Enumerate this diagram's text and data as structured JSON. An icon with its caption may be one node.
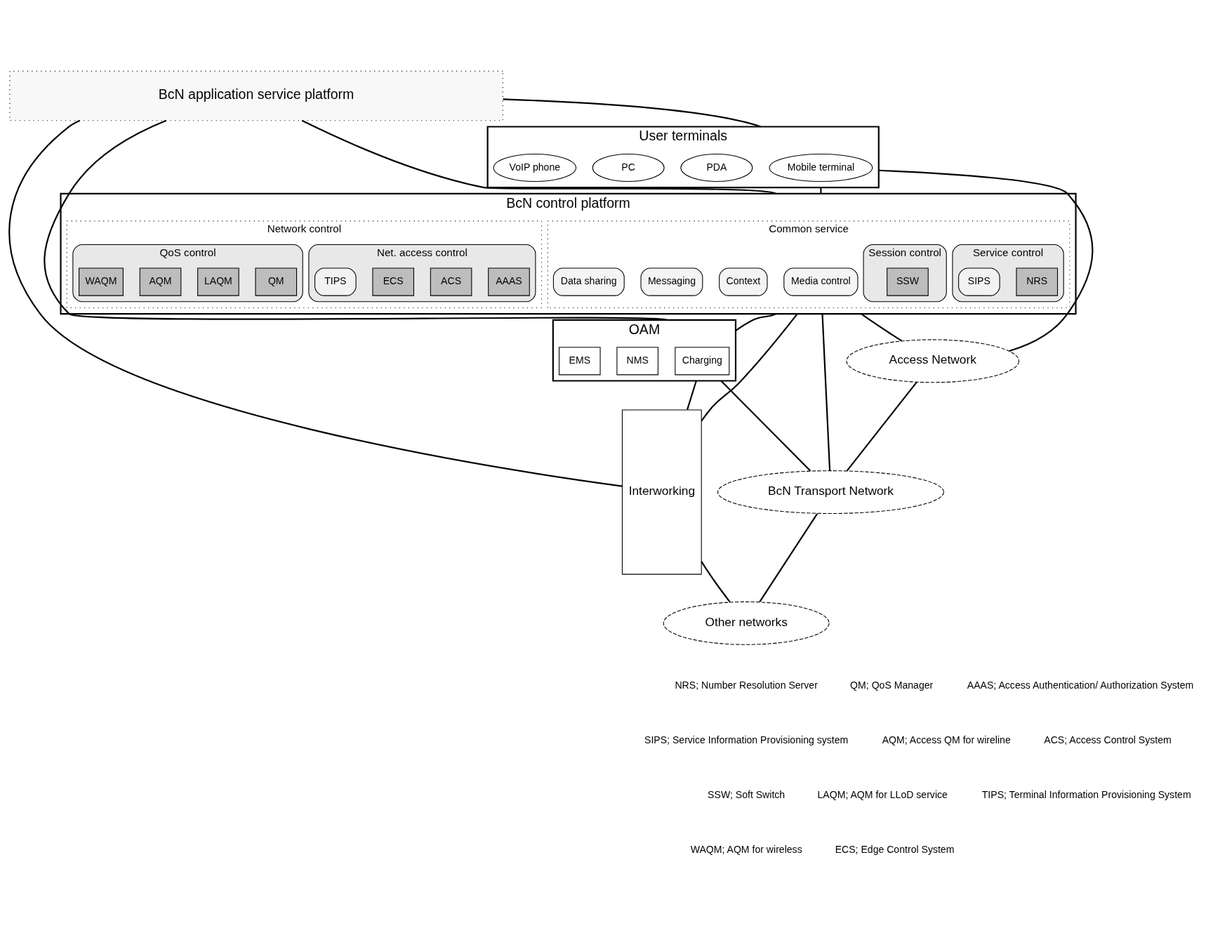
{
  "diagram": {
    "nodes": [
      {
        "text": [
          "BcN application service platform"
        ]
      },
      {
        "text": [
          "User terminals"
        ]
      },
      {
        "text": [
          "Mobile terminal"
        ],
        "in": 1
      },
      {
        "text": [
          "PDA"
        ],
        "in": 1
      },
      {
        "text": [
          "PC"
        ],
        "in": 1
      },
      {
        "text": [
          "VoIP phone"
        ],
        "in": 1
      },
      {
        "text": [
          "BcN control platform"
        ]
      },
      {
        "text": [
          "Common service"
        ],
        "in": 6
      },
      {
        "text": [
          "Media control"
        ],
        "in": 7
      },
      {
        "text": [
          "Context"
        ],
        "in": 7
      },
      {
        "text": [
          "Messaging"
        ],
        "in": 7
      },
      {
        "text": [
          "Data sharing"
        ],
        "in": 7
      },
      {
        "text": [
          "Service control"
        ],
        "in": 7
      },
      {
        "text": [
          "NRS"
        ],
        "in": 12
      },
      {
        "text": [
          "SIPS"
        ],
        "in": 12
      },
      {
        "text": [
          "Session control"
        ],
        "in": 7
      },
      {
        "text": [
          "SSW"
        ],
        "in": 15
      },
      {
        "text": [
          "Network control"
        ],
        "in": 6
      },
      {
        "text": [
          "Net. access control"
        ],
        "in": 17
      },
      {
        "text": [
          "AAAS"
        ],
        "in": 18
      },
      {
        "text": [
          "ACS"
        ],
        "in": 18
      },
      {
        "text": [
          "ECS"
        ],
        "in": 18
      },
      {
        "text": [
          "TIPS"
        ],
        "in": 18
      },
      {
        "text": [
          "QoS control"
        ],
        "in": 17
      },
      {
        "text": [
          "QM"
        ],
        "in": 23
      },
      {
        "text": [
          "LAQM"
        ],
        "in": 23
      },
      {
        "text": [
          "AQM"
        ],
        "in": 23
      },
      {
        "text": [
          "WAQM"
        ],
        "in": 23
      },
      {
        "text": [
          "OAM"
        ]
      },
      {
        "text": [
          "Charging"
        ],
        "in": 28
      },
      {
        "text": [
          "NMS"
        ],
        "in": 28
      },
      {
        "text": [
          "EMS"
        ],
        "in": 28
      },
      {
        "text": [
          "Interworking"
        ]
      },
      {
        "text": [
          "Access Network"
        ]
      },
      {
        "text": [
          "BcN Transport Network"
        ]
      },
      {
        "text": [
          "Other networks"
        ]
      }
    ],
    "edges": [
      {
        "from": 0,
        "to": 1,
        "arrow": "none"
      },
      {
        "from": 0,
        "to": 6,
        "arrow": "none"
      },
      {
        "from": 0,
        "to": 28,
        "arrow": "none"
      },
      {
        "from": 0,
        "to": 32,
        "arrow": "none"
      },
      {
        "from": 1,
        "to": 6,
        "arrow": "none"
      },
      {
        "from": 6,
        "to": 28,
        "arrow": "none"
      },
      {
        "from": 28,
        "to": 32,
        "arrow": "none"
      },
      {
        "from": 6,
        "to": 32,
        "arrow": "none"
      },
      {
        "from": 1,
        "to": 33,
        "arrow": "none"
      },
      {
        "from": 6,
        "to": 33,
        "arrow": "none"
      },
      {
        "from": 6,
        "to": 34,
        "arrow": "none"
      },
      {
        "from": 28,
        "to": 34,
        "arrow": "none"
      },
      {
        "from": 32,
        "to": 35,
        "arrow": "none"
      },
      {
        "from": 33,
        "to": 34,
        "arrow": "none"
      },
      {
        "from": 34,
        "to": 35,
        "arrow": "none"
      }
    ],
    "labels": [
      "NRS; Number Resolution Server",
      "QM; QoS Manager",
      "AAAS; Access Authentication/ Authorization System",
      "SIPS; Service Information Provisioning system",
      "AQM; Access QM for wireline",
      "ACS; Access Control System",
      "SSW; Soft Switch",
      "LAQM; AQM for LLoD service",
      "TIPS; Terminal Information Provisioning System",
      "WAQM; AQM for wireless",
      "ECS; Edge Control System"
    ]
  }
}
